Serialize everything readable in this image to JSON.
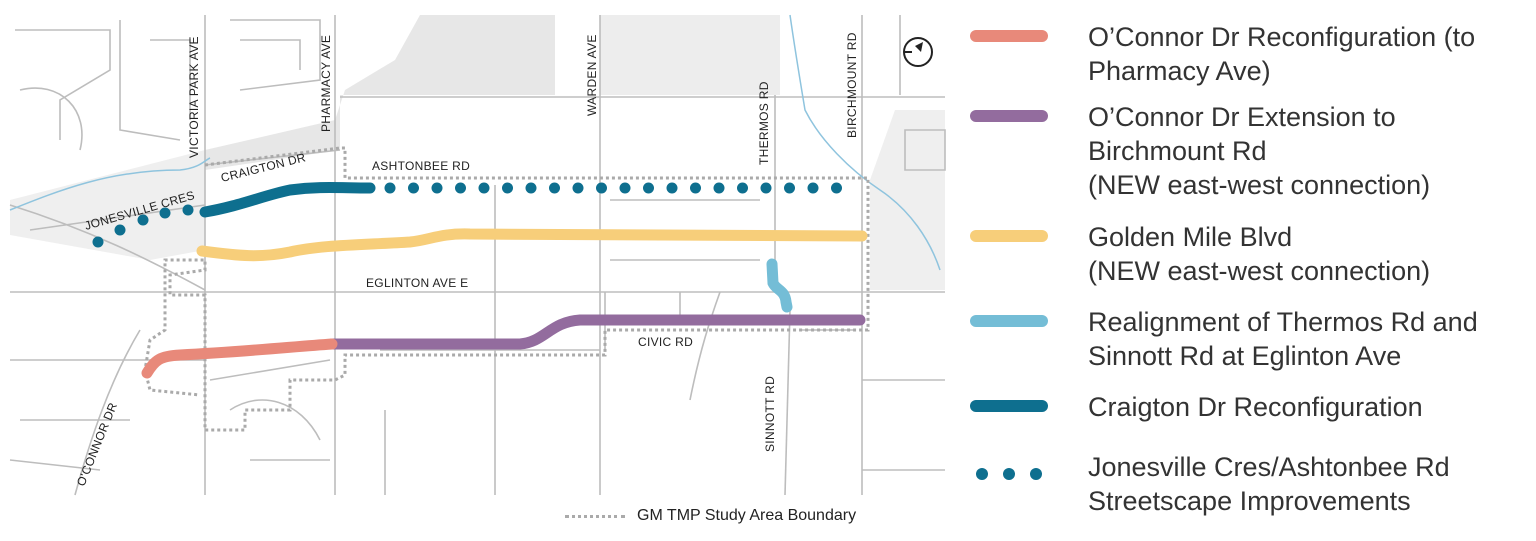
{
  "colors": {
    "oconnor_reconfig": "#E8897A",
    "oconnor_extension": "#936C9E",
    "golden_mile": "#F7CE7A",
    "thermos_realign": "#74BDD6",
    "craigton": "#0E6F8F",
    "streetscape": "#0E6F8F",
    "boundary": "#AAAAAA",
    "road": "#BDBDBD",
    "block": "#E6E6E6",
    "creek": "#8FC4DE"
  },
  "street_labels": {
    "victoria_park": "VICTORIA PARK AVE",
    "pharmacy": "PHARMACY AVE",
    "warden": "WARDEN AVE",
    "thermos": "THERMOS RD",
    "birchmount": "BIRCHMOUNT RD",
    "craigton": "CRAIGTON DR",
    "ashtonbee": "ASHTONBEE RD",
    "jonesville": "JONESVILLE CRES",
    "eglinton": "EGLINTON AVE E",
    "civic": "CIVIC RD",
    "sinnott": "SINNOTT RD",
    "oconnor": "O'CONNOR DR"
  },
  "north_arrow": "north-arrow-icon",
  "legend": [
    {
      "key": "oconnor_reconfig",
      "style": "line",
      "lines": [
        "O’Connor Dr Reconfiguration (to",
        "Pharmacy Ave)"
      ]
    },
    {
      "key": "oconnor_extension",
      "style": "line",
      "lines": [
        "O’Connor Dr Extension to",
        "Birchmount Rd",
        "(NEW east-west connection)"
      ]
    },
    {
      "key": "golden_mile",
      "style": "line",
      "lines": [
        "Golden Mile Blvd",
        "(NEW east-west connection)"
      ]
    },
    {
      "key": "thermos_realign",
      "style": "line",
      "lines": [
        "Realignment of Thermos Rd and",
        "Sinnott Rd at Eglinton Ave"
      ]
    },
    {
      "key": "craigton",
      "style": "line",
      "lines": [
        "Craigton Dr Reconfiguration"
      ]
    },
    {
      "key": "streetscape",
      "style": "dots",
      "lines": [
        "Jonesville Cres/Ashtonbee Rd",
        "Streetscape Improvements"
      ]
    }
  ],
  "boundary_legend": "GM TMP Study Area Boundary"
}
